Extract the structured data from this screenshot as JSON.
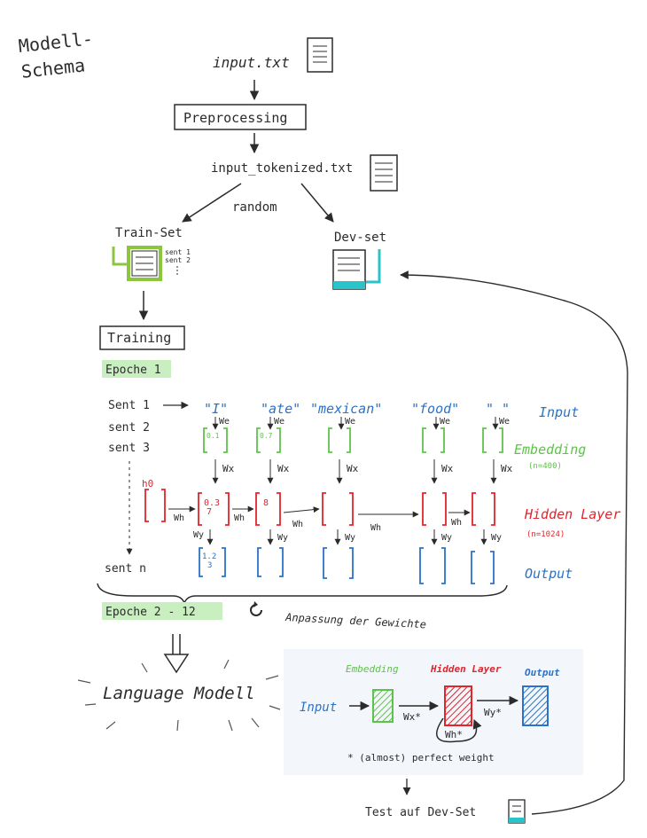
{
  "title": "Modell-\nSchema",
  "title_line1": "Modell-",
  "title_line2": "Schema",
  "flow": {
    "input_file": "input.txt",
    "preprocessing": "Preprocessing",
    "tokenized_file": "input_tokenized.txt",
    "random": "random",
    "train_set": "Train-Set",
    "train_sent1": "sent 1",
    "train_sent2": "sent 2",
    "dev_set": "Dev-set",
    "training": "Training",
    "epoche1": "Epoche 1",
    "epoche_rest": "Epoche 2 - 12",
    "anpassung": "Anpassung der Gewichte",
    "language_model": "Language Modell",
    "test": "Test auf Dev-Set"
  },
  "sentences": [
    "Sent 1",
    "sent 2",
    "sent 3",
    "sent n"
  ],
  "words": [
    "\"I\"",
    "\"ate\"",
    "\"mexican\"",
    "\"food\"",
    "\" \""
  ],
  "weights": {
    "we": "We",
    "wx": "Wx",
    "wh": "Wh",
    "wy": "Wy",
    "h0": "h0"
  },
  "vectors": {
    "emb1": "0.1",
    "emb2": "0.7",
    "hid1": "0.3",
    "hid1b": "7",
    "hid2": "8",
    "out1": "1.2",
    "out1b": "3"
  },
  "layers": {
    "input": "Input",
    "embedding": "Embedding",
    "embedding_n": "(n=400)",
    "hidden": "Hidden Layer",
    "hidden_n": "(n=1024)",
    "output": "Output"
  },
  "legend": {
    "embedding": "Embedding",
    "hidden": "Hidden Layer",
    "output": "Output",
    "input": "Input",
    "wx": "Wx*",
    "wy": "Wy*",
    "wh": "Wh*",
    "note": "* (almost) perfect weight"
  },
  "colors": {
    "green": "#5ec24a",
    "red": "#e2242b",
    "blue": "#2a73c8",
    "cyan": "#29c4c9",
    "lime": "#8cc63f"
  }
}
